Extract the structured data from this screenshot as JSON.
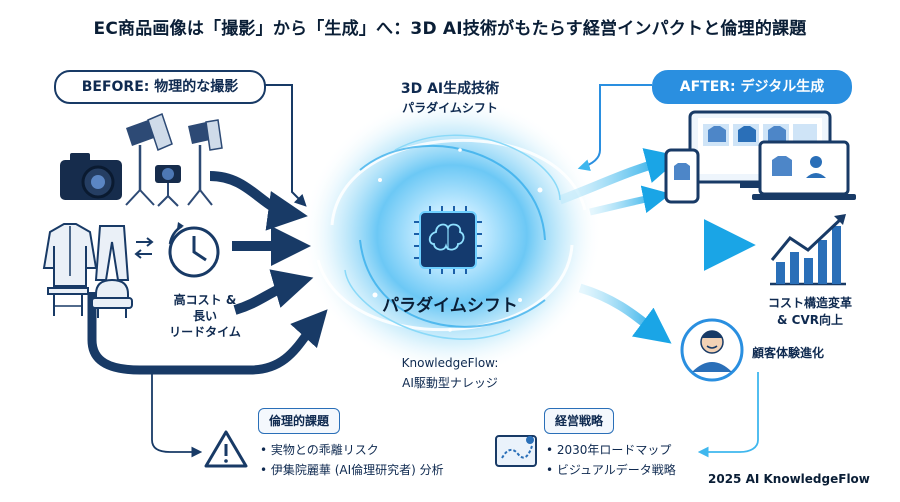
{
  "header": {
    "title": "EC商品画像は「撮影」から「生成」へ：3D AI技術がもたらす経営インパクトと倫理的課題"
  },
  "before": {
    "label": "BEFORE: 物理的な撮影",
    "cost_lines": [
      "高コスト &",
      "長い",
      "リードタイム"
    ]
  },
  "center": {
    "title": "3D AI生成技術",
    "subtitle": "パラダイムシフト",
    "main": "パラダイムシフト",
    "kf_line1": "KnowledgeFlow:",
    "kf_line2": "AI駆動型ナレッジ"
  },
  "after": {
    "label": "AFTER: デジタル生成",
    "cost_lines": [
      "コスト構造変革",
      "& CVR向上"
    ],
    "cx_label": "顧客体験進化"
  },
  "ethics": {
    "title": "倫理的課題",
    "items": [
      "• 実物との乖離リスク",
      "• 伊集院麗華 (AI倫理研究者) 分析"
    ]
  },
  "strategy": {
    "title": "経営戦略",
    "items": [
      "• 2030年ロードマップ",
      "• ビジュアルデータ戦略"
    ]
  },
  "footer": {
    "copyright": "2025 AI KnowledgeFlow"
  },
  "colors": {
    "navy": "#183a66",
    "accent": "#2a8fe0",
    "cyan": "#25b6ea"
  }
}
